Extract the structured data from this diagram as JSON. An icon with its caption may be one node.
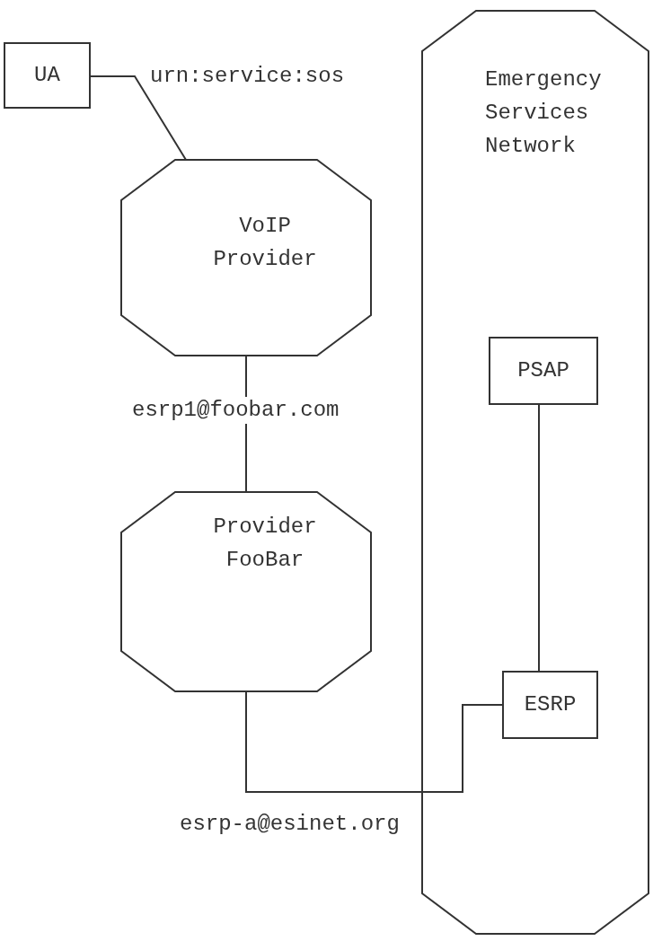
{
  "diagram": {
    "nodes": [
      {
        "text": [
          "UA"
        ]
      },
      {
        "text": [
          "VoIP Provider"
        ]
      },
      {
        "text": [
          "Provider FooBar"
        ]
      },
      {
        "text": [
          "Emergency Services Network"
        ]
      },
      {
        "text": [
          "PSAP"
        ],
        "in": 3
      },
      {
        "text": [
          "ESRP"
        ],
        "in": 3
      }
    ],
    "edges": [
      {
        "from": 0,
        "to": 1,
        "arrow": "none",
        "label": "urn:service:sos"
      },
      {
        "from": 1,
        "to": 2,
        "arrow": "none",
        "label": "esrp1@foobar.com"
      },
      {
        "from": 2,
        "to": 5,
        "arrow": "none",
        "label": "esrp-a@esinet.org"
      },
      {
        "from": 4,
        "to": 5,
        "arrow": "none"
      }
    ]
  }
}
